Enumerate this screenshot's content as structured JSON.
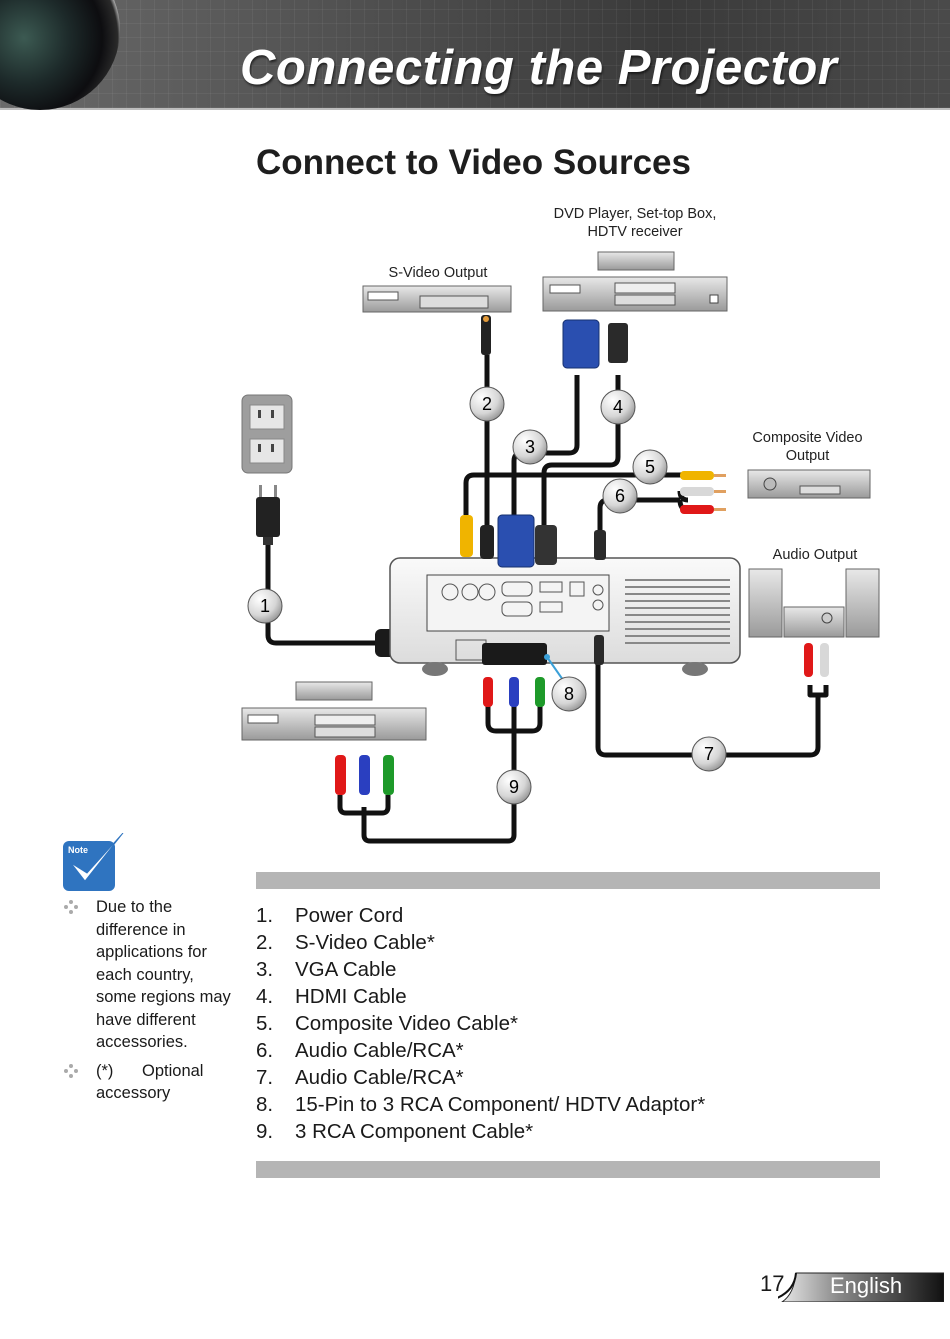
{
  "header": {
    "title": "Connecting the Projector"
  },
  "section": {
    "title": "Connect to Video Sources"
  },
  "diagram": {
    "labels": {
      "dvd": "DVD Player, Set-top Box,\nHDTV receiver",
      "dvd_line1": "DVD Player, Set-top Box,",
      "dvd_line2": "HDTV receiver",
      "svideo": "S-Video Output",
      "composite_line1": "Composite Video",
      "composite_line2": "Output",
      "audio": "Audio Output"
    },
    "callouts": [
      "1",
      "2",
      "3",
      "4",
      "5",
      "6",
      "7",
      "8",
      "9"
    ],
    "colors": {
      "cable": "#111111",
      "vga_blue": "#2a4fb0",
      "rca_yellow": "#f0b400",
      "rca_red": "#e01818",
      "rca_white": "#d8d8d8",
      "rca_blue": "#2a3fc0",
      "rca_green": "#1e9a2a",
      "adaptor_leader": "#3aa0d8"
    }
  },
  "note": {
    "icon_label": "Note",
    "items": [
      {
        "text": "Due to the difference in applications for each country, some regions may have different accessories."
      },
      {
        "prefix": "(*)",
        "text": "Optional accessory"
      }
    ]
  },
  "cables": [
    {
      "num": "1.",
      "label": "Power Cord"
    },
    {
      "num": "2.",
      "label": "S-Video Cable*"
    },
    {
      "num": "3.",
      "label": "VGA Cable"
    },
    {
      "num": "4.",
      "label": "HDMI Cable"
    },
    {
      "num": "5.",
      "label": "Composite Video Cable*"
    },
    {
      "num": "6.",
      "label": "Audio Cable/RCA*"
    },
    {
      "num": "7.",
      "label": "Audio Cable/RCA*"
    },
    {
      "num": "8.",
      "label": "15-Pin to 3 RCA Component/ HDTV Adaptor*"
    },
    {
      "num": "9.",
      "label": "3 RCA Component Cable*"
    }
  ],
  "footer": {
    "page_number": "17",
    "language": "English"
  }
}
